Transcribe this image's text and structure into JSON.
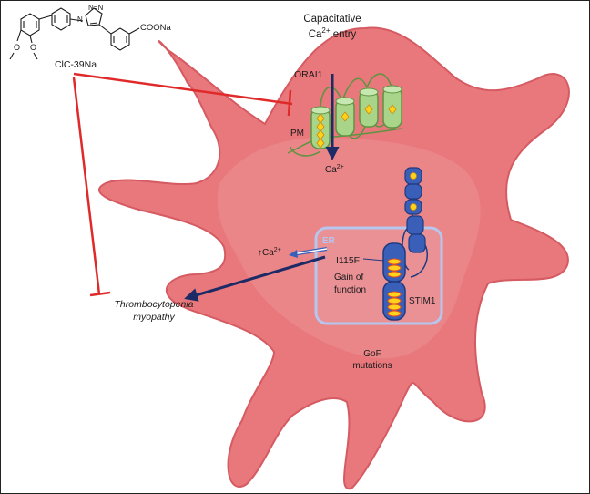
{
  "labels": {
    "entry_line1": "Capacitative",
    "entry_line2_main": "Ca",
    "entry_line2_sup": "2+",
    "entry_line2_tail": " entry",
    "orai1": "ORAI1",
    "pm": "PM",
    "ca_inflow_main": "Ca",
    "ca_inflow_sup": "2+",
    "er": "ER",
    "ca_up_prefix": "↑Ca",
    "ca_up_sup": "2+",
    "mutation": "I115F",
    "gain_line1": "Gain of",
    "gain_line2": "function",
    "stim1": "STIM1",
    "gof_line1": "GoF",
    "gof_line2": "mutations",
    "outcome_line1": "Thrombocytopenia",
    "outcome_line2": "myopathy",
    "compound_name": "ClC-39Na",
    "carboxylate": "COONa",
    "methoxy": "O",
    "triazole_n": "N",
    "triazole_nn": "N=N"
  },
  "colors": {
    "cell_fill": "#e8787c",
    "cell_edge": "#d65a62",
    "cell_inner": "#ee9497",
    "membrane_channel": "#a8d58a",
    "channel_edge": "#5c9440",
    "stim": "#3a5fb8",
    "stim_edge": "#1f3a80",
    "er_border": "#b6c6ee",
    "arrow_navy": "#1c2a66",
    "inhibit_red": "#e02a2a",
    "diamond": "#ffd21e"
  }
}
